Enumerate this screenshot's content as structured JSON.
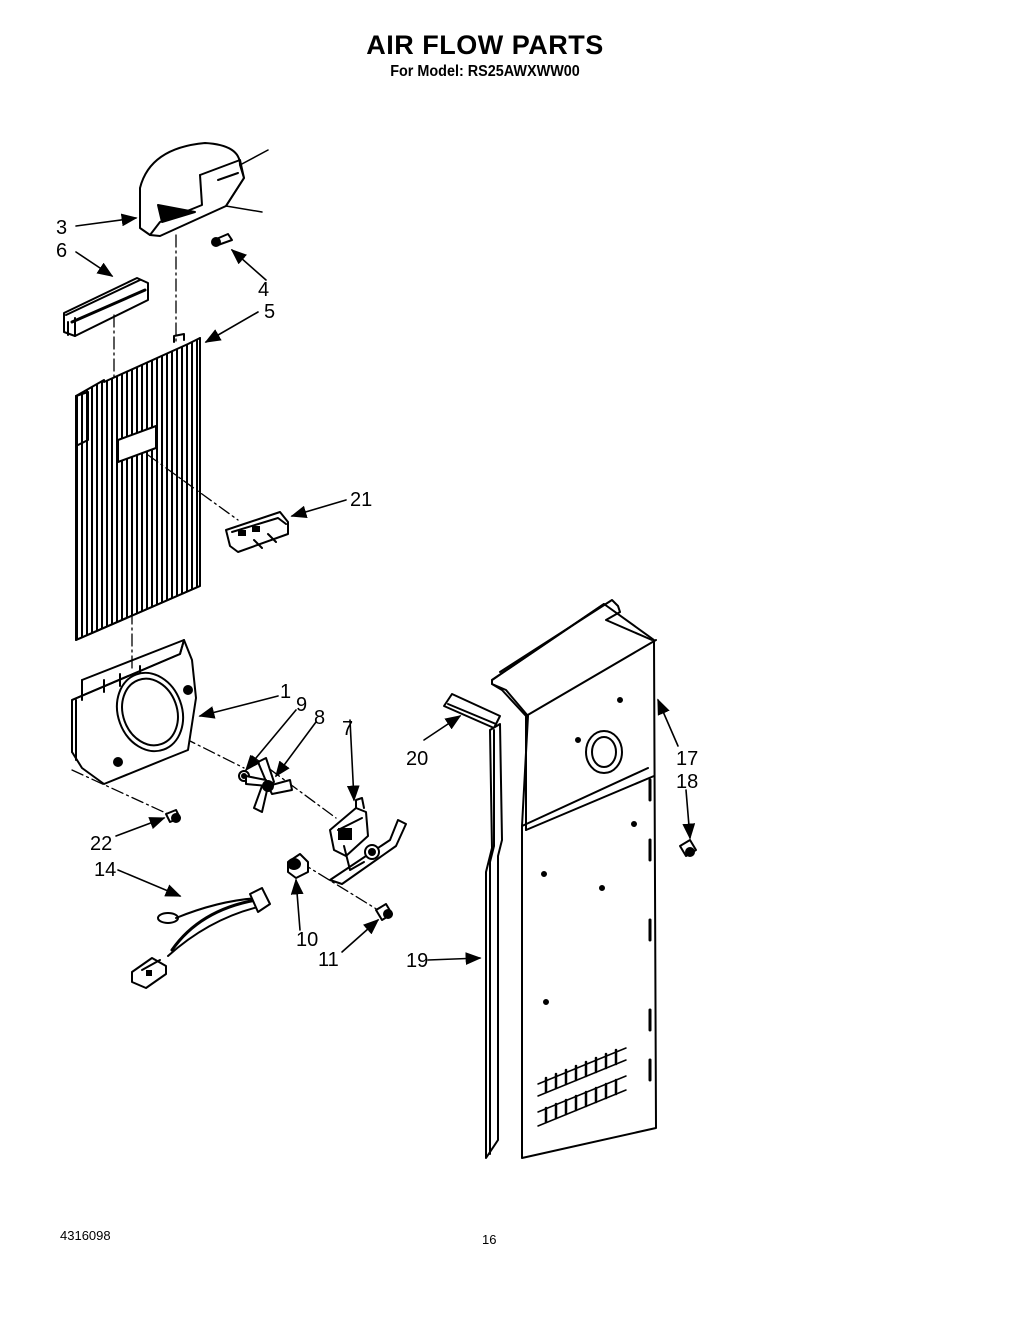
{
  "header": {
    "title": "AIR FLOW PARTS",
    "subtitle": "For Model: RS25AWXWW00"
  },
  "footer": {
    "doc_number": "4316098",
    "page_number": "16"
  },
  "callouts": {
    "c3": "3",
    "c6": "6",
    "c4": "4",
    "c5": "5",
    "c21": "21",
    "c1": "1",
    "c9": "9",
    "c8": "8",
    "c7": "7",
    "c22": "22",
    "c14": "14",
    "c10": "10",
    "c11": "11",
    "c20": "20",
    "c17": "17",
    "c18": "18",
    "c19": "19"
  }
}
